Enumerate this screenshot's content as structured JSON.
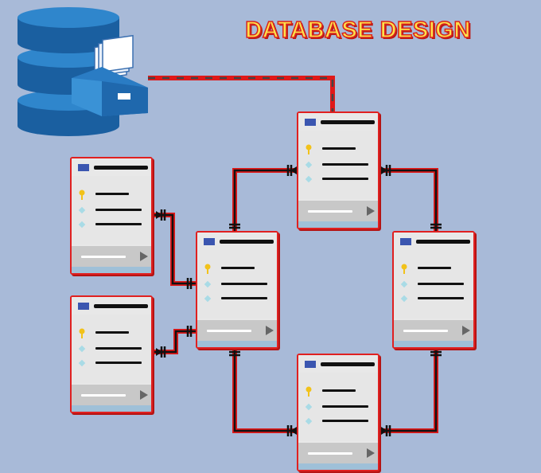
{
  "title": "DATABASE DESIGN",
  "colors": {
    "background": "#a8bad8",
    "connector_red": "#e01818",
    "connector_black": "#111111",
    "table_border": "#e02020",
    "title_fill": "#ffe14a",
    "title_stroke": "#d9231d",
    "cylinder": "#1f6fb4",
    "key": "#f2c21a",
    "field_marker": "#a9dbe6"
  },
  "icons": [
    "database-icon",
    "file-drawer-icon",
    "key-icon",
    "field-diamond-icon",
    "play-arrow-icon"
  ],
  "tables": [
    {
      "id": "left-top",
      "fields": [
        "key",
        "field",
        "field"
      ]
    },
    {
      "id": "left-bottom",
      "fields": [
        "key",
        "field",
        "field"
      ]
    },
    {
      "id": "center",
      "fields": [
        "key",
        "field",
        "field"
      ]
    },
    {
      "id": "top",
      "fields": [
        "key",
        "field",
        "field"
      ]
    },
    {
      "id": "right",
      "fields": [
        "key",
        "field",
        "field"
      ]
    },
    {
      "id": "bottom",
      "fields": [
        "key",
        "field",
        "field"
      ]
    }
  ],
  "relationships": [
    {
      "from": "left-top",
      "to": "center",
      "style": "one-to-one"
    },
    {
      "from": "left-bottom",
      "to": "center",
      "style": "one-to-one"
    },
    {
      "from": "center",
      "to": "top",
      "style": "one-to-one"
    },
    {
      "from": "top",
      "to": "right",
      "style": "one-to-one"
    },
    {
      "from": "center",
      "to": "bottom",
      "style": "one-to-one"
    },
    {
      "from": "bottom",
      "to": "right",
      "style": "one-to-one"
    },
    {
      "from": "database",
      "to": "top",
      "style": "dashed"
    }
  ]
}
